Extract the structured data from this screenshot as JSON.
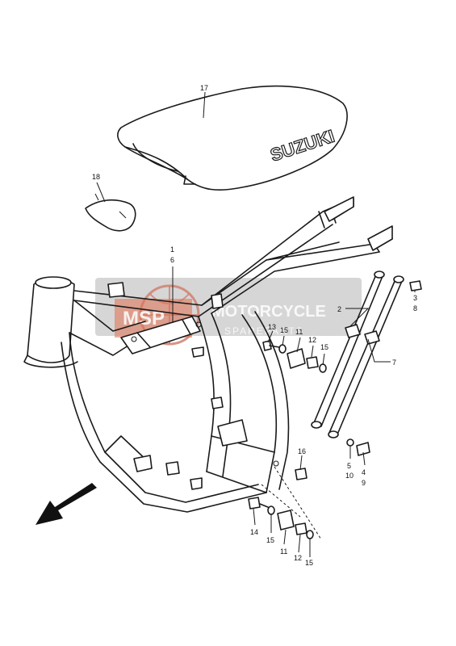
{
  "diagram": {
    "seat_logo_text": "SUZUKI",
    "watermark": {
      "brand_text": "MOTORCYCLE",
      "sub_text": "SPAREPARTS",
      "badge_text": "MSP",
      "band_color": "#c8c8c8",
      "badge_color": "#e07050"
    },
    "callouts": [
      {
        "id": "c17",
        "text": "17"
      },
      {
        "id": "c18",
        "text": "18"
      },
      {
        "id": "c1",
        "text": "1"
      },
      {
        "id": "c6",
        "text": "6"
      },
      {
        "id": "c2",
        "text": "2"
      },
      {
        "id": "c3",
        "text": "3"
      },
      {
        "id": "c8",
        "text": "8"
      },
      {
        "id": "c7",
        "text": "7"
      },
      {
        "id": "c13",
        "text": "13"
      },
      {
        "id": "c15a",
        "text": "15"
      },
      {
        "id": "c11a",
        "text": "11"
      },
      {
        "id": "c12a",
        "text": "12"
      },
      {
        "id": "c15b",
        "text": "15"
      },
      {
        "id": "c16",
        "text": "16"
      },
      {
        "id": "c5",
        "text": "5"
      },
      {
        "id": "c10",
        "text": "10"
      },
      {
        "id": "c4",
        "text": "4"
      },
      {
        "id": "c9",
        "text": "9"
      },
      {
        "id": "c14",
        "text": "14"
      },
      {
        "id": "c15c",
        "text": "15"
      },
      {
        "id": "c11b",
        "text": "11"
      },
      {
        "id": "c12b",
        "text": "12"
      },
      {
        "id": "c15d",
        "text": "15"
      }
    ],
    "direction_arrow_icon": "front-arrow-icon"
  }
}
